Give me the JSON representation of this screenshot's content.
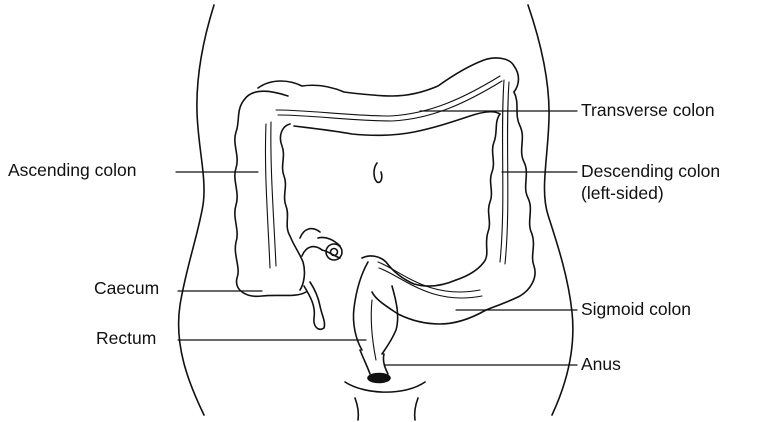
{
  "labels": {
    "transverse_colon": "Transverse colon",
    "ascending_colon": "Ascending colon",
    "descending_colon_line1": "Descending colon",
    "descending_colon_line2": "(left-sided)",
    "caecum": "Caecum",
    "sigmoid_colon": "Sigmoid colon",
    "rectum": "Rectum",
    "anus": "Anus"
  },
  "colors": {
    "ink": "#111111",
    "background": "#ffffff"
  }
}
